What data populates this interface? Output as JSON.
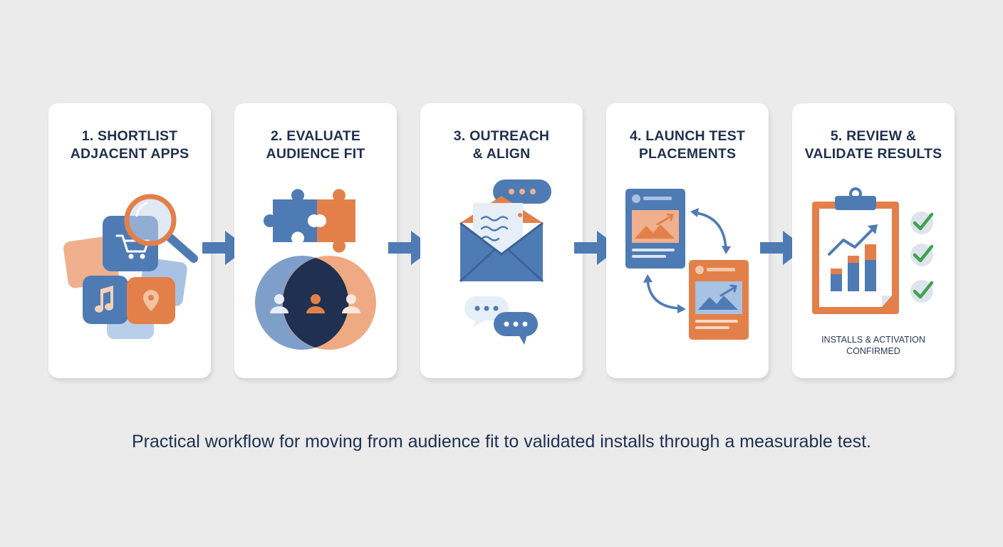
{
  "steps": [
    {
      "title_line1": "1. SHORTLIST",
      "title_line2": "ADJACENT APPS",
      "icon": "app-search-icon"
    },
    {
      "title_line1": "2. EVALUATE",
      "title_line2": "AUDIENCE FIT",
      "icon": "puzzle-venn-icon"
    },
    {
      "title_line1": "3. OUTREACH",
      "title_line2": "& ALIGN",
      "icon": "envelope-chat-icon"
    },
    {
      "title_line1": "4. LAUNCH TEST",
      "title_line2": "PLACEMENTS",
      "icon": "placement-swap-icon"
    },
    {
      "title_line1": "5. REVIEW &",
      "title_line2": "VALIDATE RESULTS",
      "icon": "clipboard-chart-icon",
      "note_line1": "INSTALLS & ACTIVATION",
      "note_line2": "CONFIRMED"
    }
  ],
  "caption": "Practical workflow for moving from audience fit to validated installs through a measurable test.",
  "colors": {
    "blue": "#4f7bb5",
    "light_blue": "#a8c2e3",
    "orange": "#e3804a",
    "light_orange": "#f0b08e",
    "navy": "#1f3050",
    "green": "#3fa34d",
    "background": "#ebebeb"
  }
}
